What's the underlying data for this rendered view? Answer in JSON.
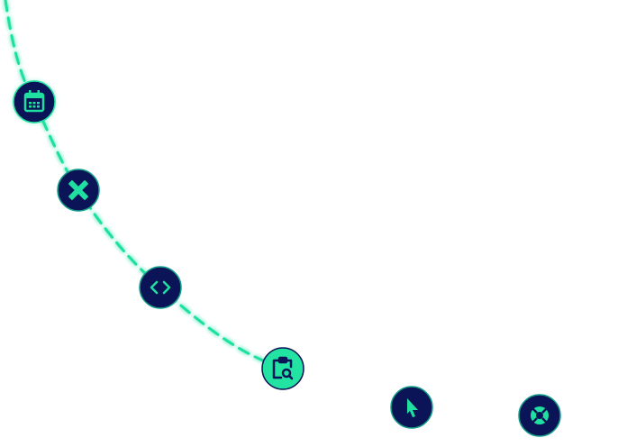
{
  "colors": {
    "accent": "#1fe0a0",
    "node_fill": "#0b1457",
    "node_border": "#13a08a",
    "active_fill": "#22e3a2",
    "active_icon": "#0b1457"
  },
  "steps": [
    {
      "icon": "calendar-icon",
      "state": "completed-glow"
    },
    {
      "icon": "design-tools-icon",
      "state": "completed"
    },
    {
      "icon": "code-icon",
      "state": "completed"
    },
    {
      "icon": "clipboard-search-icon",
      "state": "active"
    },
    {
      "icon": "cursor-icon",
      "state": "upcoming"
    },
    {
      "icon": "lifebuoy-icon",
      "state": "upcoming"
    }
  ]
}
